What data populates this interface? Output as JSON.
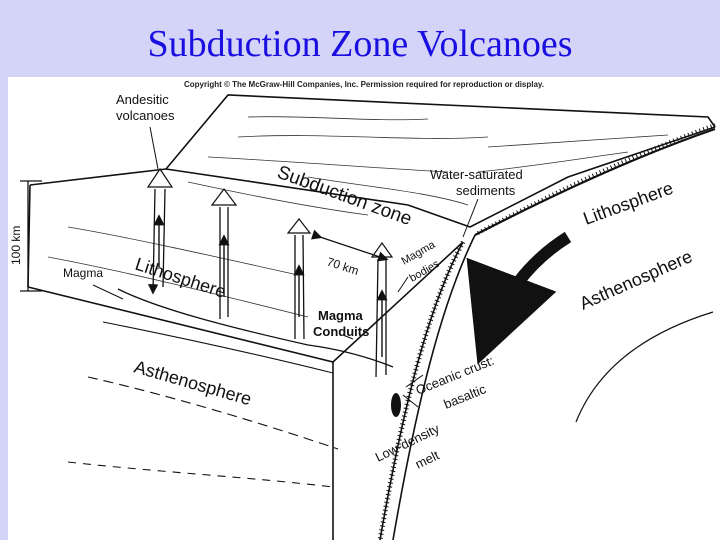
{
  "slide": {
    "title": "Subduction Zone Volcanoes"
  },
  "figure": {
    "copyright": "Copyright © The McGraw-Hill Companies, Inc. Permission required for reproduction or display.",
    "labels": {
      "andesitic_1": "Andesitic",
      "andesitic_2": "volcanoes",
      "subduction_zone": "Subduction zone",
      "water_1": "Water-saturated",
      "water_2": "sediments",
      "lithosphere_right": "Lithosphere",
      "asthenosphere_right": "Asthenosphere",
      "depth": "100 km",
      "magma": "Magma",
      "lithosphere_left": "Lithosphere",
      "distance": "70 km",
      "magma_bodies_1": "Magma",
      "magma_bodies_2": "bodies",
      "conduits_1": "Magma",
      "conduits_2": "Conduits",
      "asthenosphere_left": "Asthenosphere",
      "oceanic_1": "Oceanic crust:",
      "oceanic_2": "basaltic",
      "lowdensity_1": "Low-density",
      "lowdensity_2": "melt"
    }
  }
}
